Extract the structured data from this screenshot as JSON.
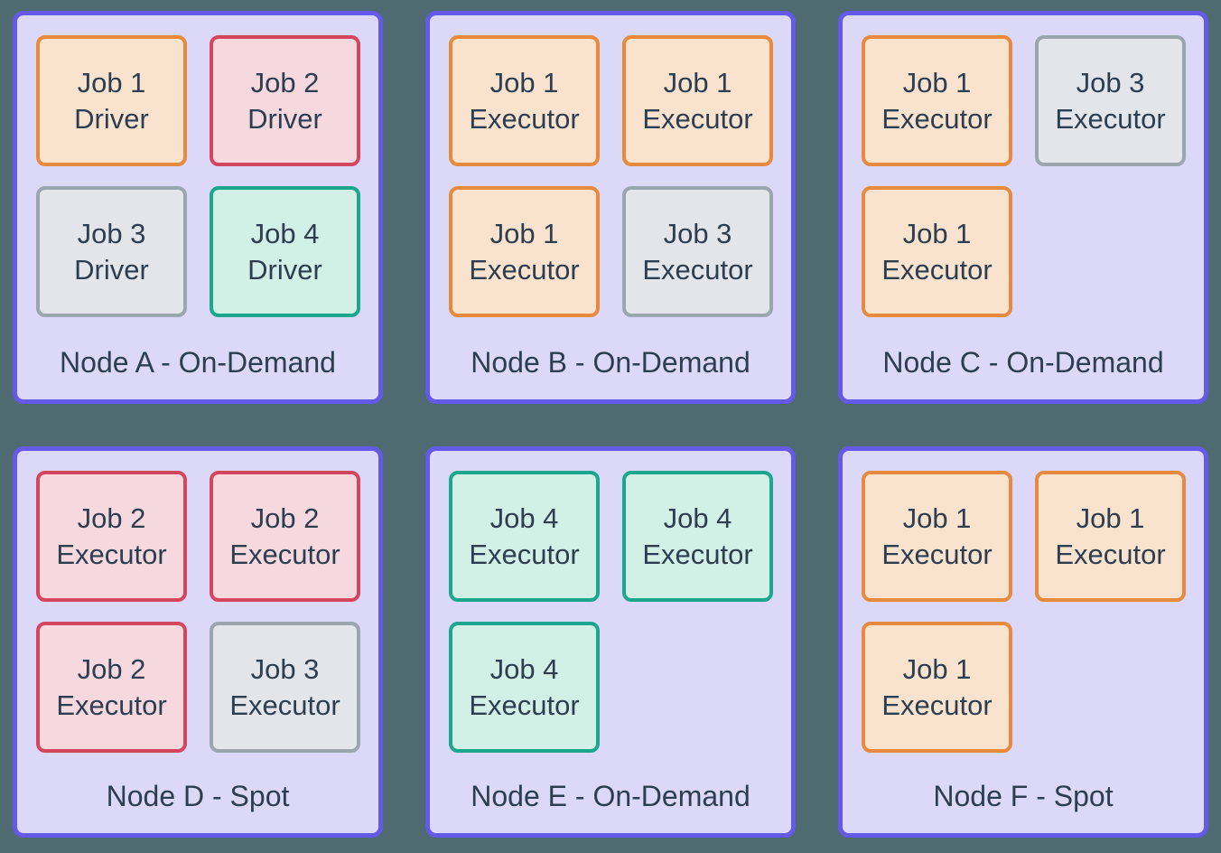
{
  "diagram": {
    "description": "Cluster node allocation diagram showing Spark-style driver and executor placement across on-demand and spot nodes"
  },
  "colors": {
    "background": "#4F6A71",
    "node_border": "#655AE8",
    "node_fill": "#DCD8F7",
    "text": "#2D3E50",
    "job_variants": {
      "job1": {
        "border": "#E78A3E",
        "fill": "#F9E3CF"
      },
      "job2": {
        "border": "#D44560",
        "fill": "#F6D9DE"
      },
      "job3": {
        "border": "#9BA5AE",
        "fill": "#E2E6EA"
      },
      "job4": {
        "border": "#1AA78D",
        "fill": "#D3F0E7"
      }
    }
  },
  "nodes": [
    {
      "label": "Node A - On-Demand",
      "jobs": [
        {
          "line1": "Job 1",
          "line2": "Driver",
          "variant": "job1"
        },
        {
          "line1": "Job 2",
          "line2": "Driver",
          "variant": "job2"
        },
        {
          "line1": "Job 3",
          "line2": "Driver",
          "variant": "job3"
        },
        {
          "line1": "Job 4",
          "line2": "Driver",
          "variant": "job4"
        }
      ]
    },
    {
      "label": "Node B - On-Demand",
      "jobs": [
        {
          "line1": "Job 1",
          "line2": "Executor",
          "variant": "job1"
        },
        {
          "line1": "Job 1",
          "line2": "Executor",
          "variant": "job1"
        },
        {
          "line1": "Job 1",
          "line2": "Executor",
          "variant": "job1"
        },
        {
          "line1": "Job 3",
          "line2": "Executor",
          "variant": "job3"
        }
      ]
    },
    {
      "label": "Node C - On-Demand",
      "jobs": [
        {
          "line1": "Job 1",
          "line2": "Executor",
          "variant": "job1"
        },
        {
          "line1": "Job 3",
          "line2": "Executor",
          "variant": "job3"
        },
        {
          "line1": "Job 1",
          "line2": "Executor",
          "variant": "job1"
        }
      ]
    },
    {
      "label": "Node D - Spot",
      "jobs": [
        {
          "line1": "Job 2",
          "line2": "Executor",
          "variant": "job2"
        },
        {
          "line1": "Job 2",
          "line2": "Executor",
          "variant": "job2"
        },
        {
          "line1": "Job 2",
          "line2": "Executor",
          "variant": "job2"
        },
        {
          "line1": "Job 3",
          "line2": "Executor",
          "variant": "job3"
        }
      ]
    },
    {
      "label": "Node E - On-Demand",
      "jobs": [
        {
          "line1": "Job 4",
          "line2": "Executor",
          "variant": "job4"
        },
        {
          "line1": "Job 4",
          "line2": "Executor",
          "variant": "job4"
        },
        {
          "line1": "Job 4",
          "line2": "Executor",
          "variant": "job4"
        }
      ]
    },
    {
      "label": "Node F - Spot",
      "jobs": [
        {
          "line1": "Job 1",
          "line2": "Executor",
          "variant": "job1"
        },
        {
          "line1": "Job 1",
          "line2": "Executor",
          "variant": "job1"
        },
        {
          "line1": "Job 1",
          "line2": "Executor",
          "variant": "job1"
        }
      ]
    }
  ]
}
